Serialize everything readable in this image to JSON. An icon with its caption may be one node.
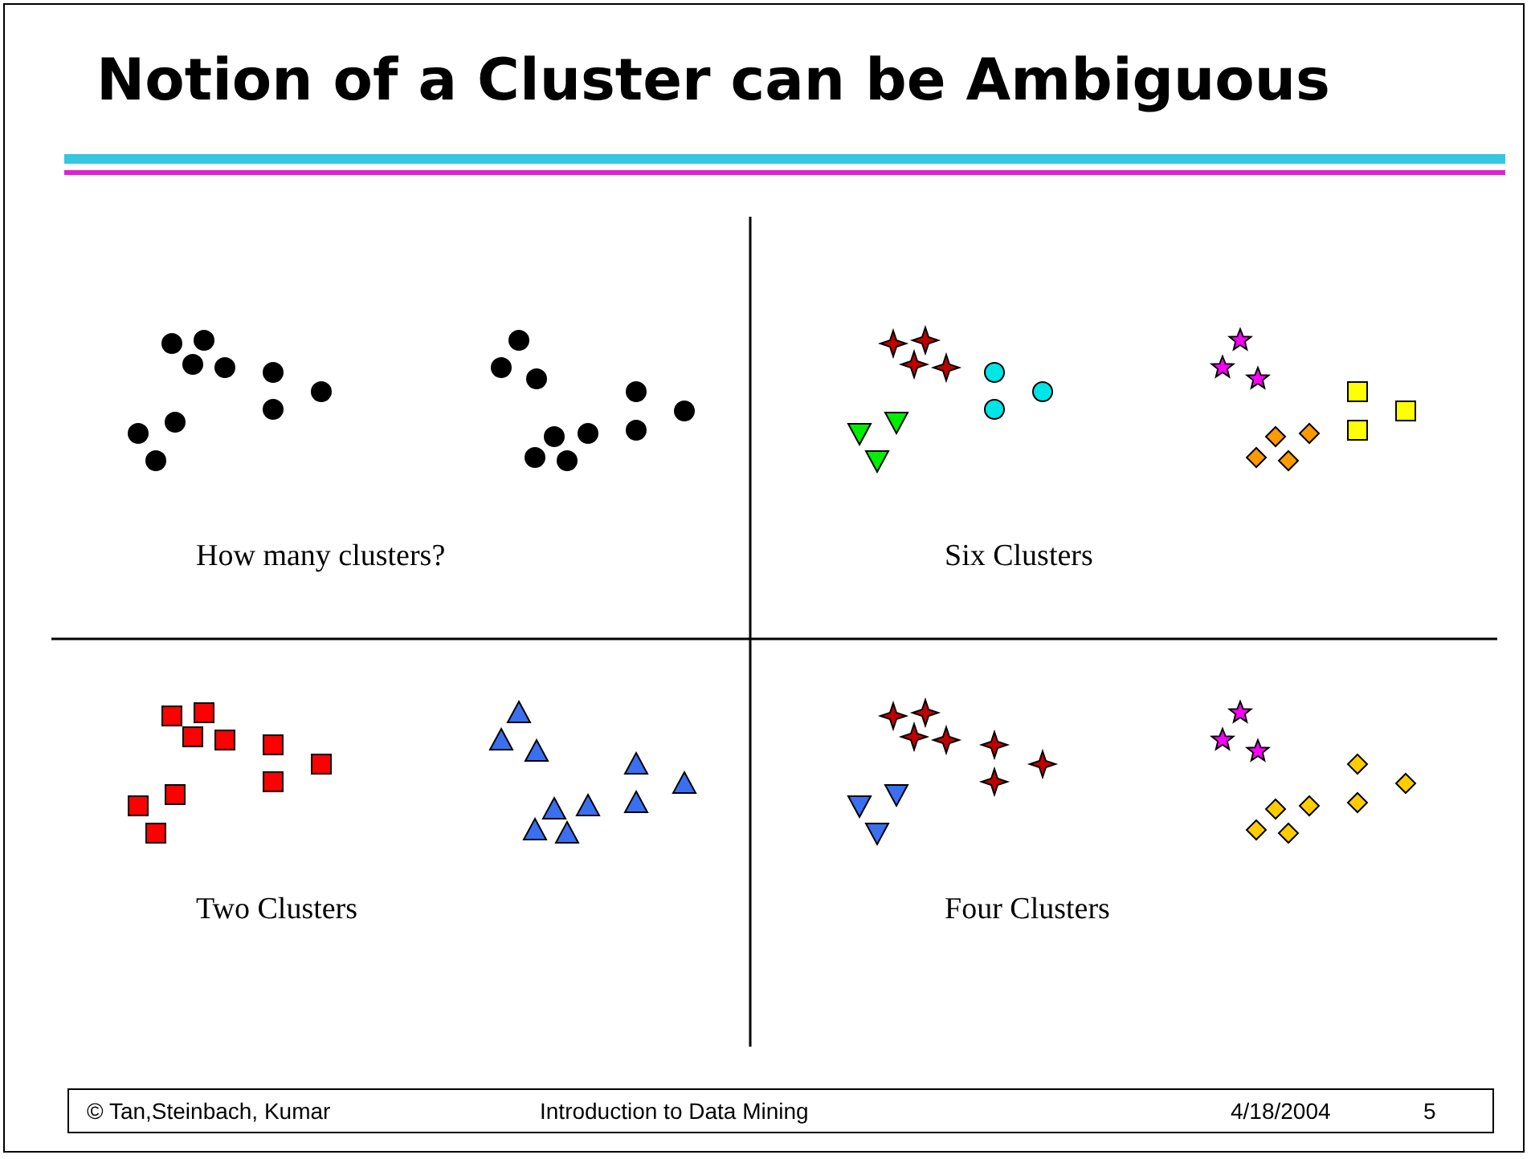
{
  "diagram": {
    "title": "Notion of a Cluster can be Ambiguous",
    "labels": [
      "How many clusters?",
      "Six Clusters",
      "Two Clusters",
      "Four Clusters",
      "© Tan,Steinbach, Kumar",
      "Introduction to Data Mining",
      "4/18/2004",
      "5"
    ]
  }
}
